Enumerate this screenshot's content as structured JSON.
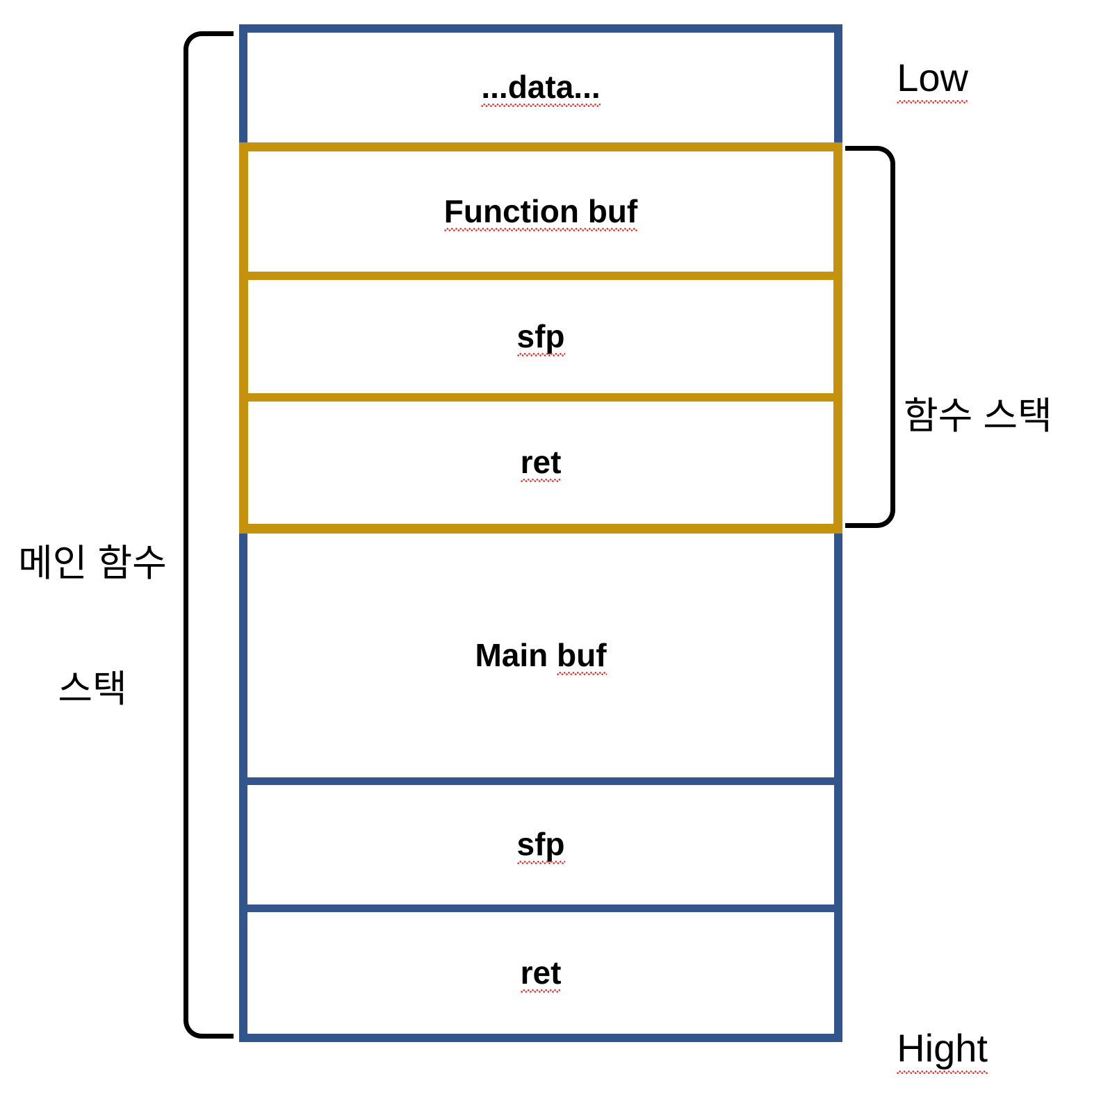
{
  "diagram": {
    "title": "Stack memory layout diagram",
    "colors": {
      "main_stack_border": "#32558C",
      "function_stack_border": "#C4920C",
      "bracket": "#000000",
      "spellcheck_underline": "#e03030",
      "background": "#ffffff"
    },
    "address_labels": {
      "top": "Low",
      "bottom": "Hight"
    },
    "brackets": {
      "left": {
        "label_line_1": "메인 함수",
        "label_line_2": "스택",
        "covers": "entire stack"
      },
      "right": {
        "label": "함수 스택",
        "covers": "Function buf, sfp, ret"
      }
    },
    "segments": [
      {
        "label": "...data...",
        "group": "main",
        "border_color": "#32558C",
        "spellcheck": true
      },
      {
        "label": "Function buf",
        "group": "function",
        "border_color": "#C4920C",
        "spellcheck": true
      },
      {
        "label": "sfp",
        "group": "function",
        "border_color": "#C4920C",
        "spellcheck": true
      },
      {
        "label": "ret",
        "group": "function",
        "border_color": "#C4920C",
        "spellcheck": true
      },
      {
        "label": "Main buf",
        "group": "main",
        "border_color": "#32558C",
        "spellcheck": true
      },
      {
        "label": "sfp",
        "group": "main",
        "border_color": "#32558C",
        "spellcheck": true
      },
      {
        "label": "ret",
        "group": "main",
        "border_color": "#32558C",
        "spellcheck": true
      }
    ]
  }
}
